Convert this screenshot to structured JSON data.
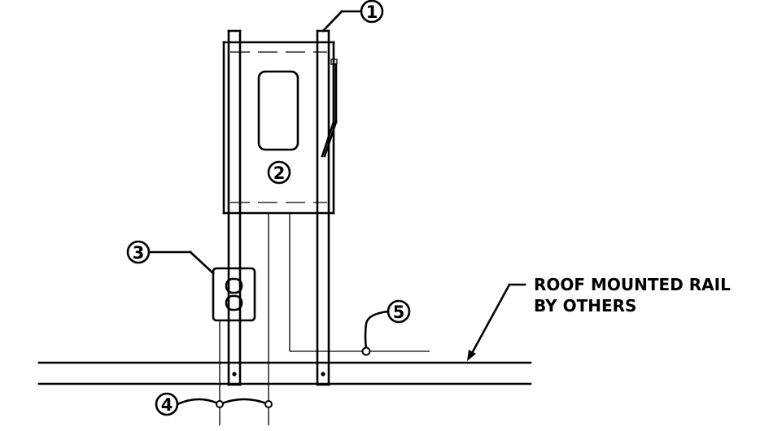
{
  "callouts": {
    "c1": "1",
    "c2": "2",
    "c3": "3",
    "c4": "4",
    "c5": "5"
  },
  "note": {
    "line1": "ROOF MOUNTED RAIL",
    "line2": "BY OTHERS"
  }
}
